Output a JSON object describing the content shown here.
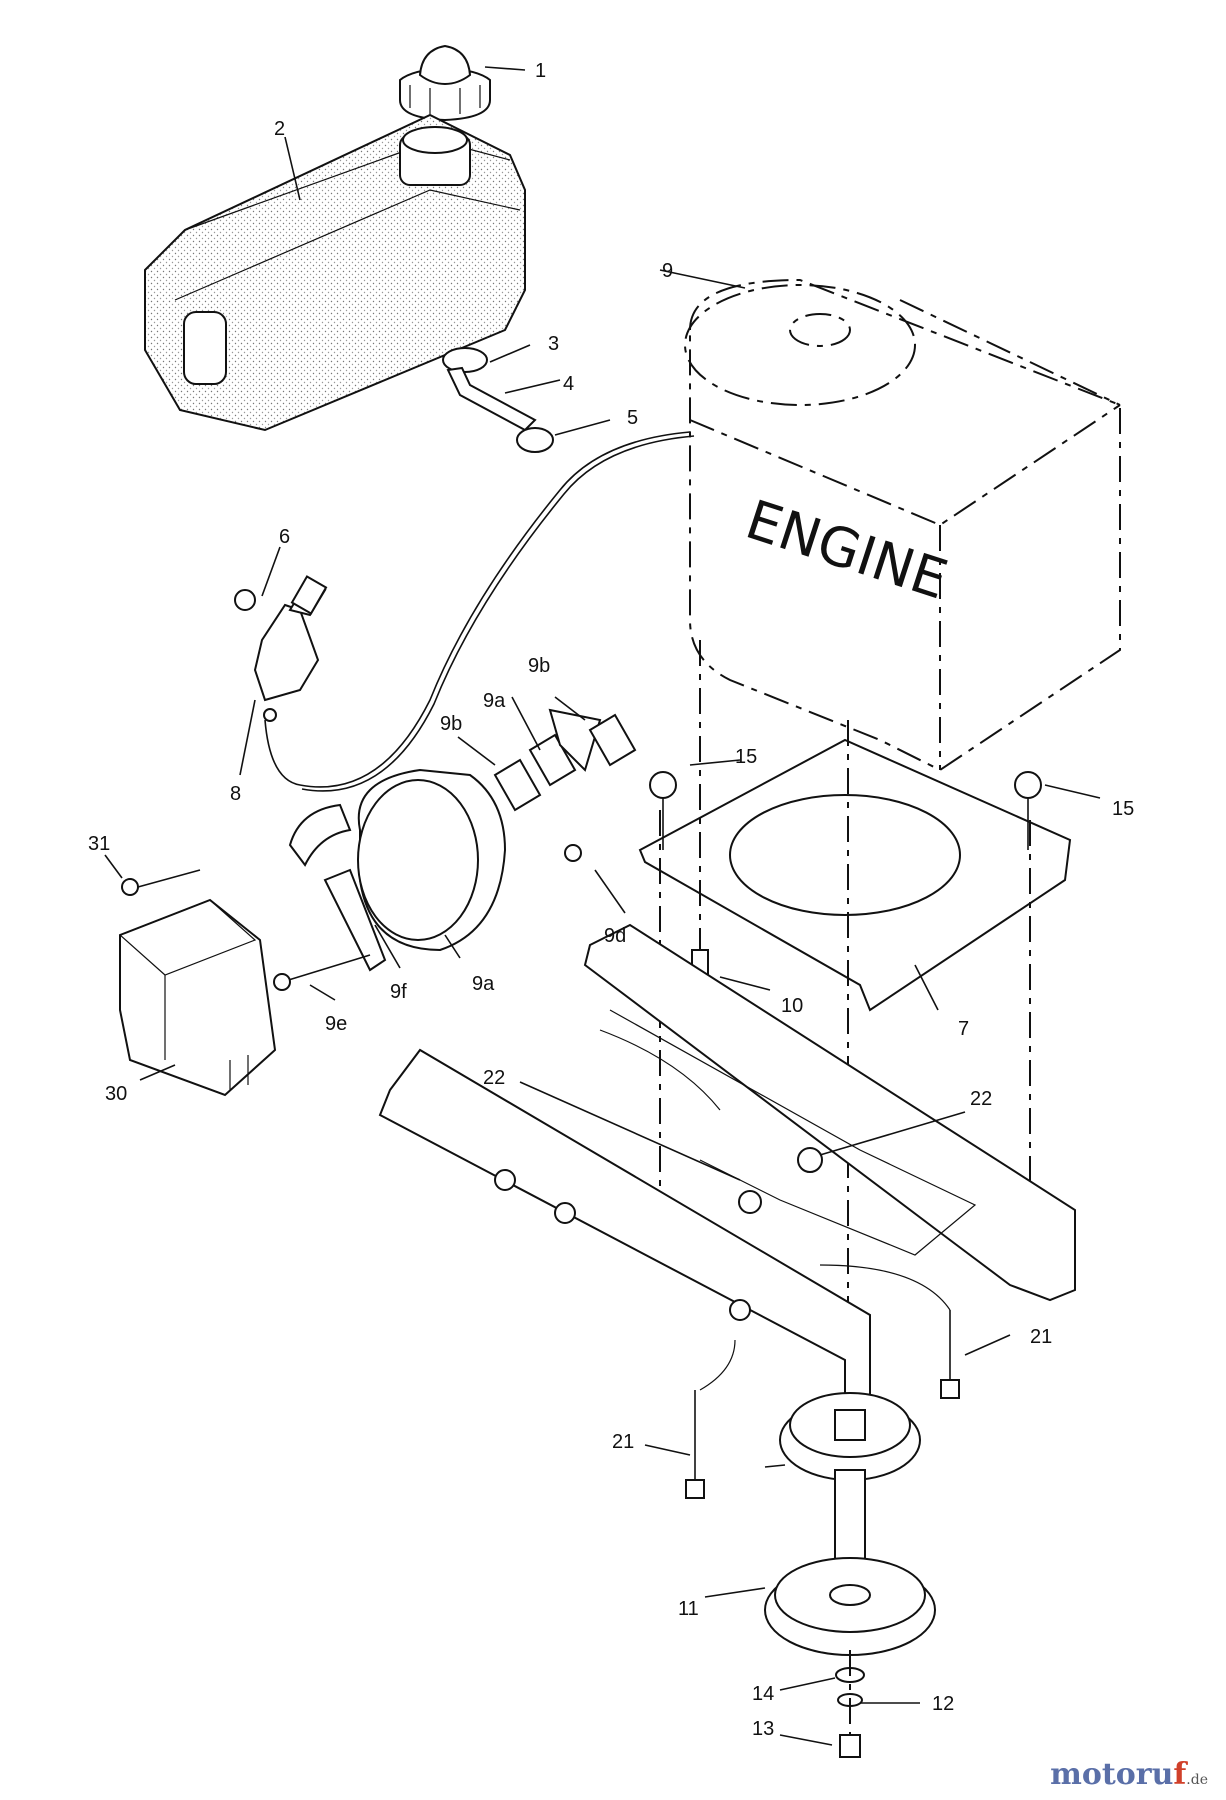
{
  "diagram": {
    "engine_text": "ENGINE",
    "callouts": [
      {
        "id": "c1",
        "text": "1"
      },
      {
        "id": "c2",
        "text": "2"
      },
      {
        "id": "c3",
        "text": "3"
      },
      {
        "id": "c4",
        "text": "4"
      },
      {
        "id": "c5",
        "text": "5"
      },
      {
        "id": "c6",
        "text": "6"
      },
      {
        "id": "c7",
        "text": "7"
      },
      {
        "id": "c8",
        "text": "8"
      },
      {
        "id": "c9",
        "text": "9"
      },
      {
        "id": "c9b1",
        "text": "9b"
      },
      {
        "id": "c9b2",
        "text": "9b"
      },
      {
        "id": "c9a1",
        "text": "9a"
      },
      {
        "id": "c9a2",
        "text": "9a"
      },
      {
        "id": "c9d",
        "text": "9d"
      },
      {
        "id": "c9f",
        "text": "9f"
      },
      {
        "id": "c9e",
        "text": "9e"
      },
      {
        "id": "c10",
        "text": "10"
      },
      {
        "id": "c11",
        "text": "11"
      },
      {
        "id": "c12",
        "text": "12"
      },
      {
        "id": "c13",
        "text": "13"
      },
      {
        "id": "c14",
        "text": "14"
      },
      {
        "id": "c15a",
        "text": "15"
      },
      {
        "id": "c15b",
        "text": "15"
      },
      {
        "id": "c21a",
        "text": "21"
      },
      {
        "id": "c21b",
        "text": "21"
      },
      {
        "id": "c22a",
        "text": "22"
      },
      {
        "id": "c22b",
        "text": "22"
      },
      {
        "id": "c30",
        "text": "30"
      },
      {
        "id": "c31",
        "text": "31"
      }
    ]
  },
  "watermark": {
    "brand_main": "motoru",
    "brand_accent": "f",
    "brand_suffix": ".de"
  }
}
